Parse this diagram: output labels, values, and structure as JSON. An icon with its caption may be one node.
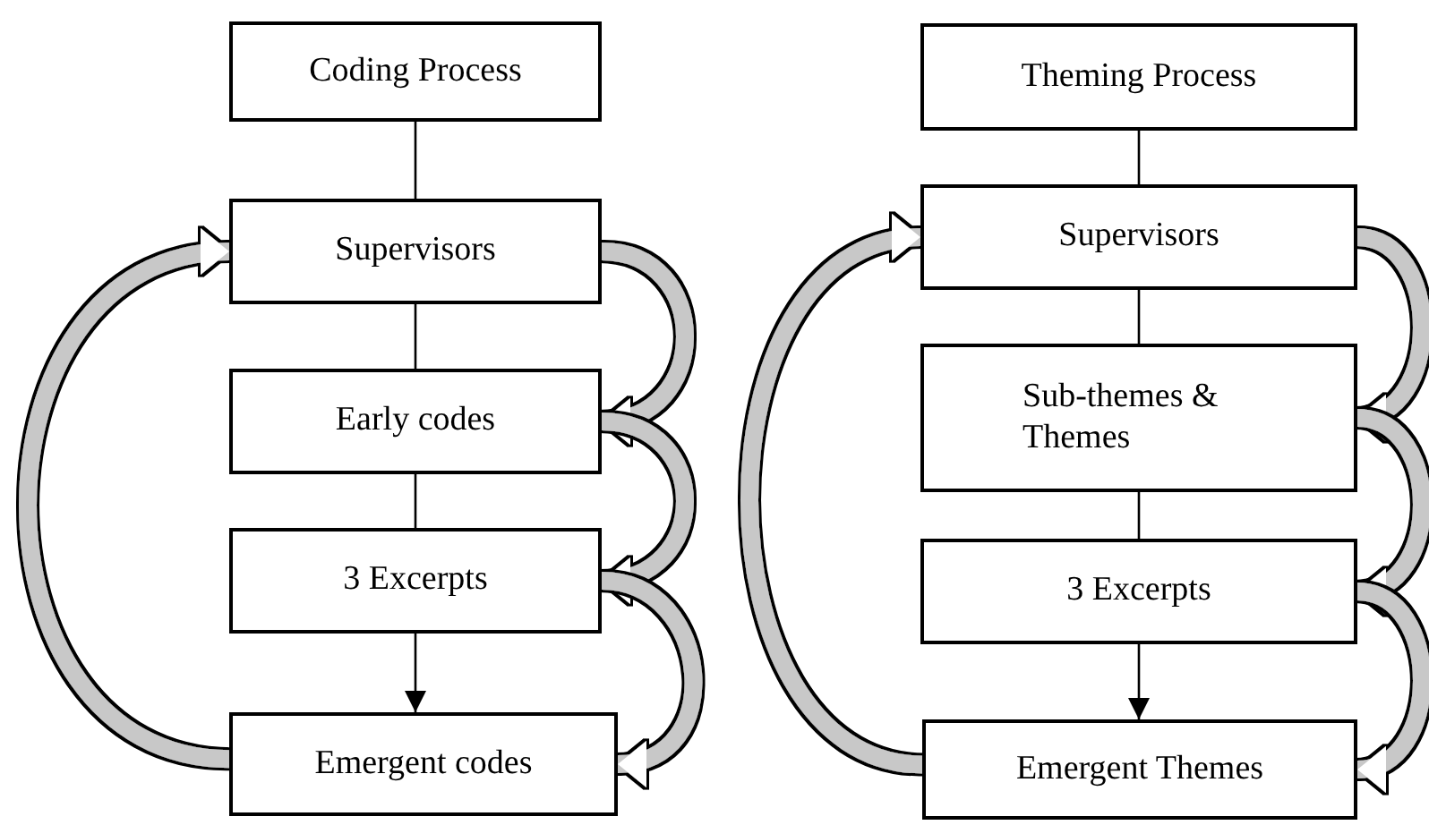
{
  "diagram": {
    "nodes": [
      {
        "text": [
          "Coding Process"
        ]
      },
      {
        "text": [
          "Supervisors"
        ]
      },
      {
        "text": [
          "Early codes"
        ]
      },
      {
        "text": [
          "3 Excerpts"
        ]
      },
      {
        "text": [
          "Emergent codes"
        ]
      },
      {
        "text": [
          "Theming Process"
        ]
      },
      {
        "text": [
          "Supervisors"
        ]
      },
      {
        "text": [
          "Sub-themes & Themes"
        ]
      },
      {
        "text": [
          "3 Excerpts"
        ]
      },
      {
        "text": [
          "Emergent Themes"
        ]
      }
    ],
    "edges": [
      {
        "from": 0,
        "to": 1,
        "arrow": "none"
      },
      {
        "from": 1,
        "to": 2,
        "arrow": "none"
      },
      {
        "from": 2,
        "to": 3,
        "arrow": "none"
      },
      {
        "from": 3,
        "to": 4,
        "arrow": "to"
      },
      {
        "from": 1,
        "to": 2,
        "arrow": "to",
        "style": "thick",
        "color": "#c8c8c8"
      },
      {
        "from": 2,
        "to": 3,
        "arrow": "to",
        "style": "thick",
        "color": "#c8c8c8"
      },
      {
        "from": 3,
        "to": 4,
        "arrow": "to",
        "style": "thick",
        "color": "#c8c8c8"
      },
      {
        "from": 4,
        "to": 1,
        "arrow": "to",
        "style": "thick",
        "color": "#c8c8c8"
      },
      {
        "from": 5,
        "to": 6,
        "arrow": "none"
      },
      {
        "from": 6,
        "to": 7,
        "arrow": "none"
      },
      {
        "from": 7,
        "to": 8,
        "arrow": "none"
      },
      {
        "from": 8,
        "to": 9,
        "arrow": "to"
      },
      {
        "from": 6,
        "to": 7,
        "arrow": "to",
        "style": "thick",
        "color": "#c8c8c8"
      },
      {
        "from": 7,
        "to": 8,
        "arrow": "to",
        "style": "thick",
        "color": "#c8c8c8"
      },
      {
        "from": 8,
        "to": 9,
        "arrow": "to",
        "style": "thick",
        "color": "#c8c8c8"
      },
      {
        "from": 9,
        "to": 6,
        "arrow": "to",
        "style": "thick",
        "color": "#c8c8c8"
      }
    ]
  }
}
